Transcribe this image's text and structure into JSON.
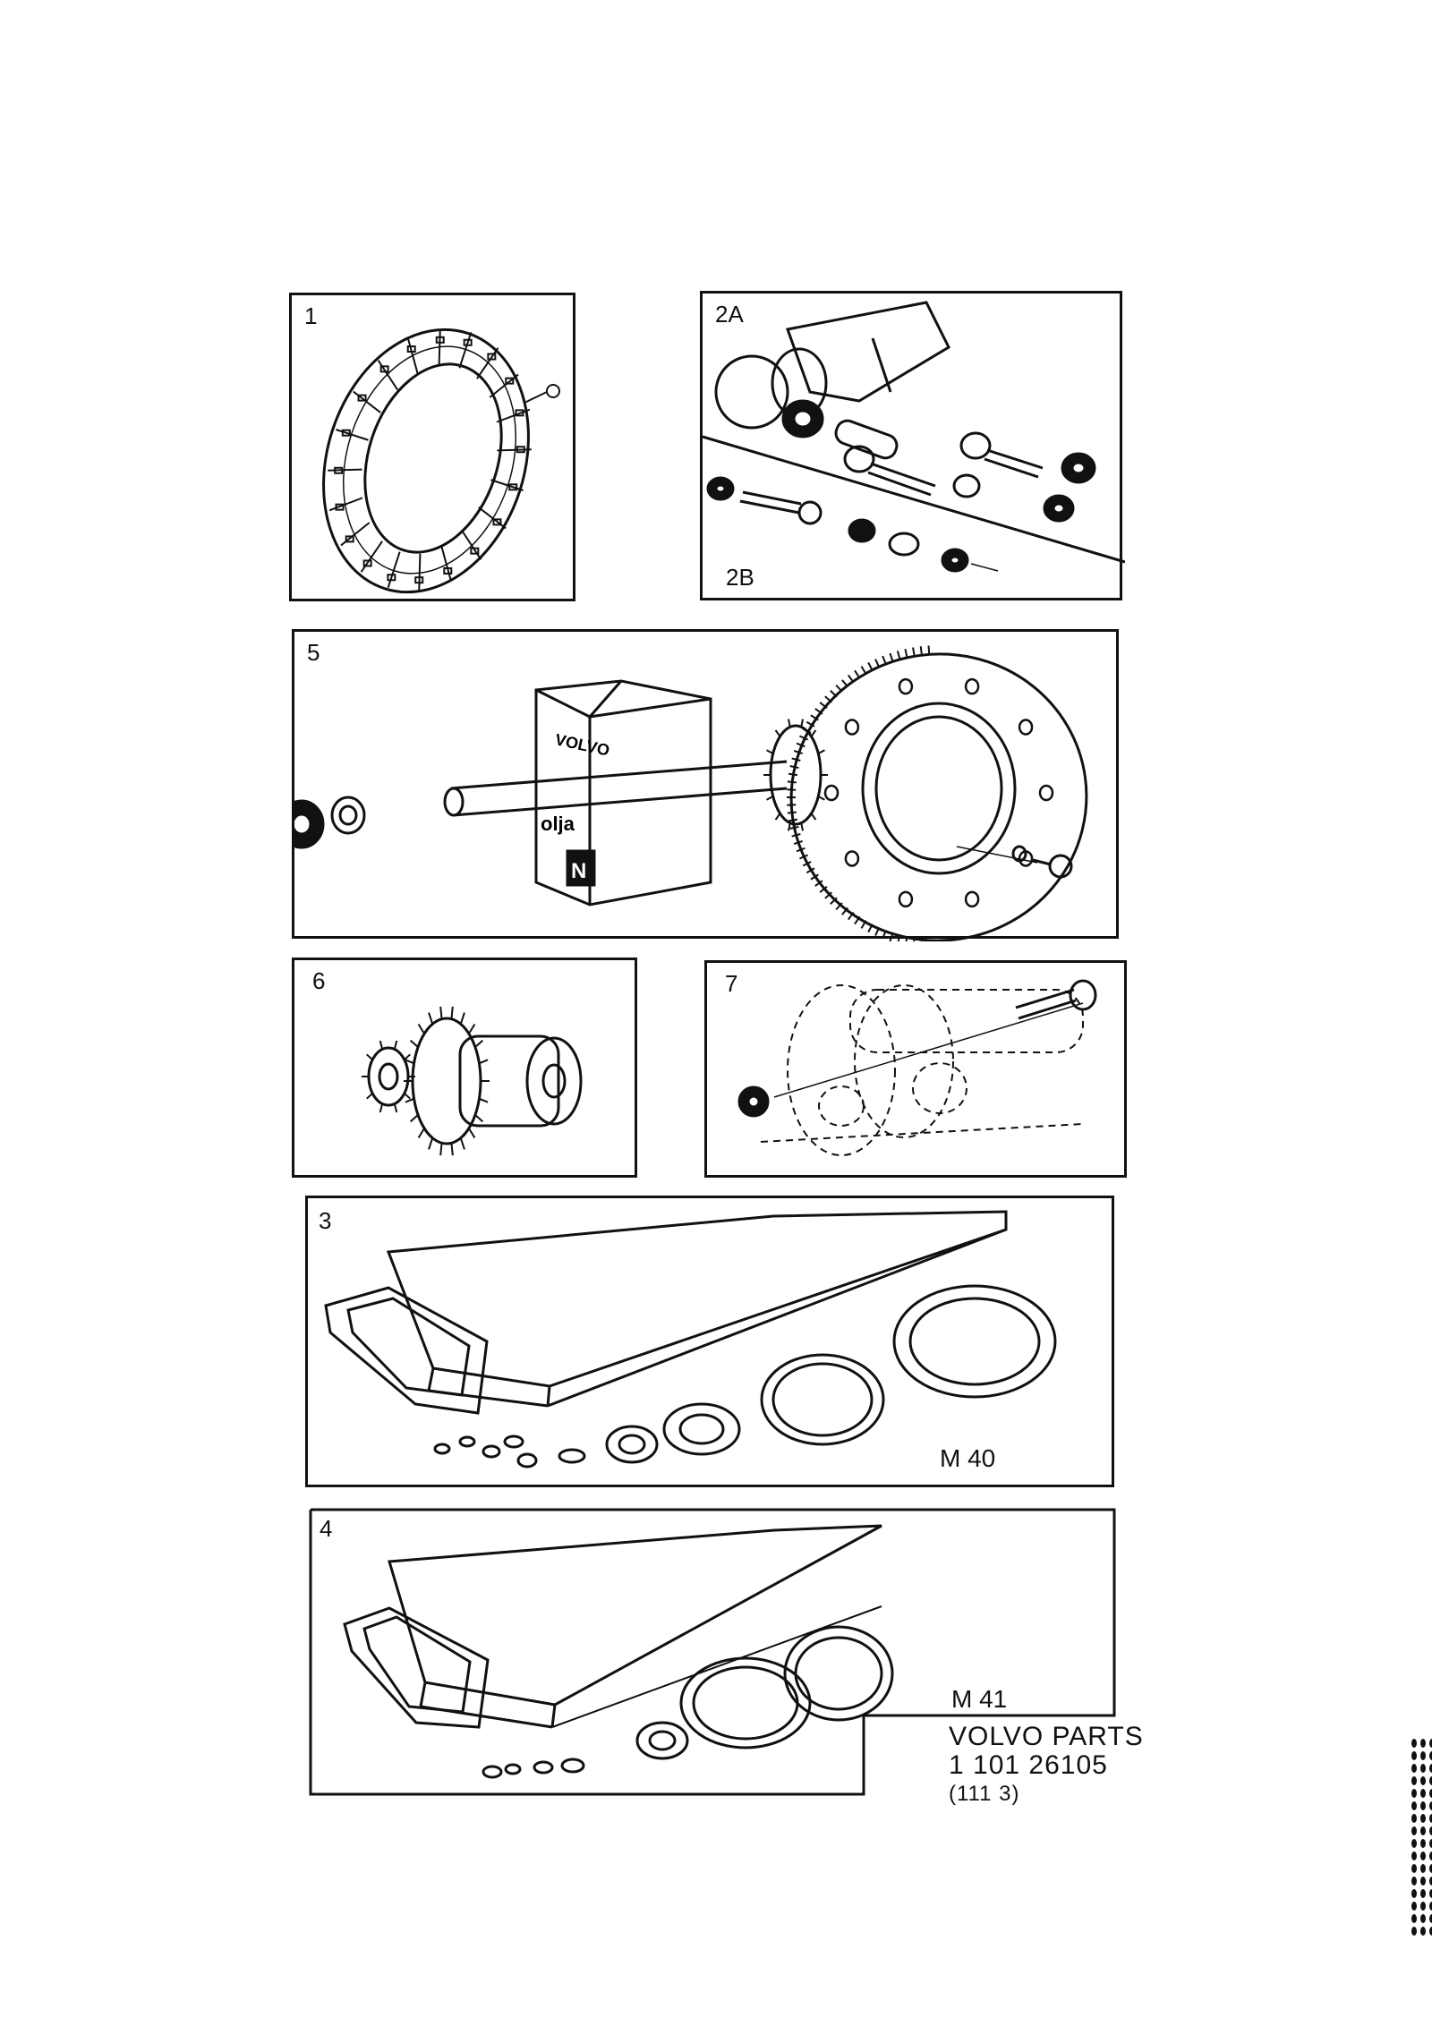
{
  "panels": {
    "p1": {
      "label": "1"
    },
    "p2a": {
      "label": "2A"
    },
    "p2b": {
      "label": "2B"
    },
    "p5": {
      "label": "5"
    },
    "p6": {
      "label": "6"
    },
    "p7": {
      "label": "7"
    },
    "p3": {
      "label": "3",
      "model": "M 40"
    },
    "p4": {
      "label": "4",
      "model": "M 41"
    }
  },
  "footer": {
    "line1": "VOLVO PARTS",
    "line2": "1  101  26105",
    "line3": "(111 3)"
  },
  "box_text": {
    "brand": "VOLVO",
    "oil": "olja",
    "letter": "N"
  },
  "colors": {
    "ink": "#111111",
    "paper": "#ffffff"
  }
}
